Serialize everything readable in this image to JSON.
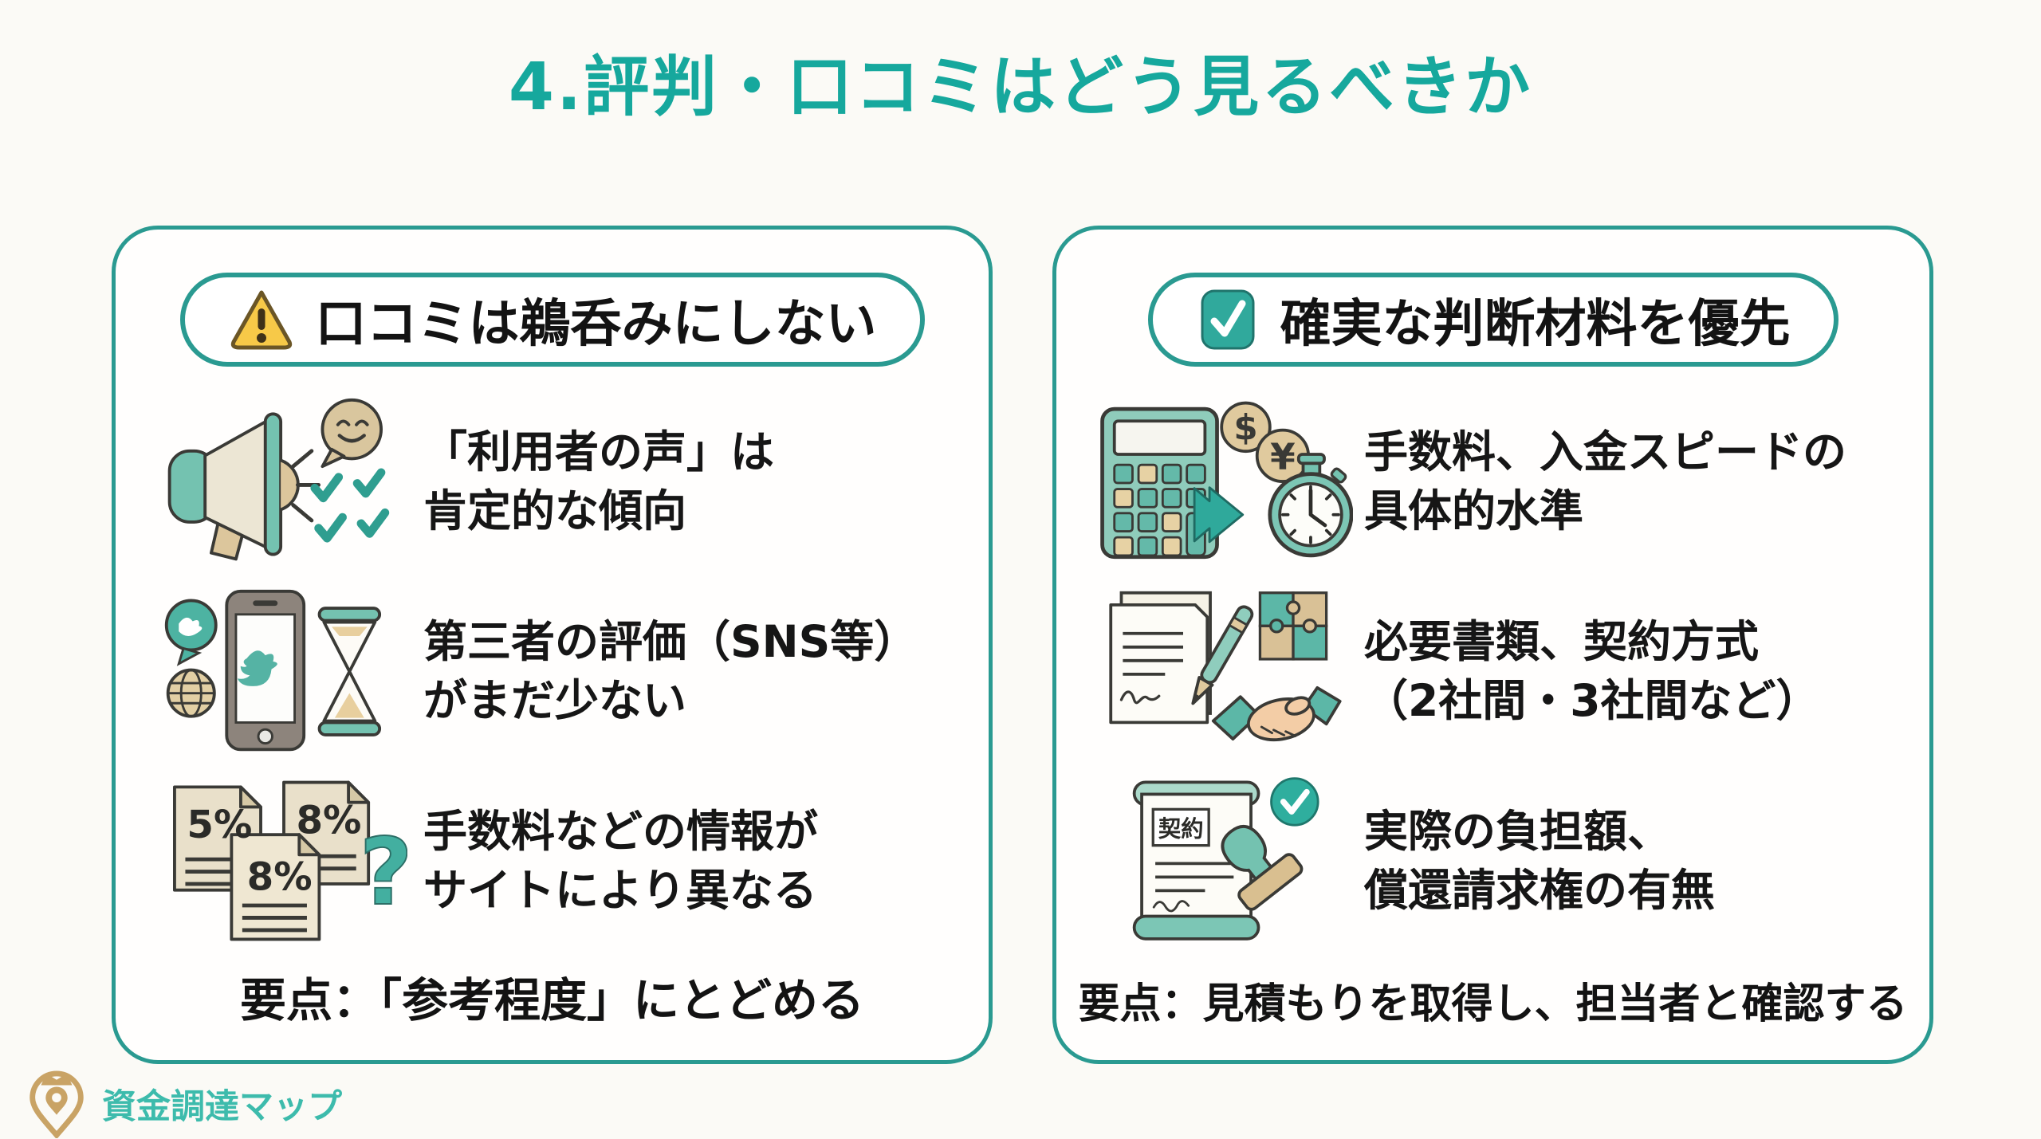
{
  "title": "4.評判・口コミはどう見るべきか",
  "colors": {
    "accent_border": "#2a9a91",
    "title_teal": "#16a89d",
    "text_black": "#161616",
    "warning_yellow": "#f7c948",
    "icon_teal": "#5fb8a8",
    "icon_tan": "#ddc69c",
    "background": "#fbfaf6"
  },
  "left_panel": {
    "header_icon": "warning-icon",
    "header": "口コミは鵜呑みにしない",
    "items": [
      {
        "icon": "megaphone-reviews-icon",
        "line1": "「利用者の声」は",
        "line2": "肯定的な傾向"
      },
      {
        "icon": "sns-phone-hourglass-icon",
        "line1": "第三者の評価（SNS等）",
        "line2": "がまだ少ない"
      },
      {
        "icon": "fee-documents-icon",
        "line1": "手数料などの情報が",
        "line2": "サイトにより異なる"
      }
    ],
    "doc_labels": [
      "5%",
      "8%",
      "8%"
    ],
    "question_mark": "?",
    "footer": "要点：「参考程度」にとどめる"
  },
  "right_panel": {
    "header_icon": "checkbox-icon",
    "header": "確実な判断材料を優先",
    "items": [
      {
        "icon": "calculator-stopwatch-icon",
        "line1": "手数料、入金スピードの",
        "line2": "具体的水準"
      },
      {
        "icon": "contract-handshake-icon",
        "line1": "必要書類、契約方式",
        "line2": "（2社間・3社間など）"
      },
      {
        "icon": "contract-stamp-icon",
        "line1": "実際の負担額、",
        "line2": "償還請求権の有無"
      }
    ],
    "coin_symbols": {
      "dollar": "$",
      "yen": "¥"
    },
    "contract_label": "契約",
    "footer": "要点：見積もりを取得し、担当者と確認する"
  },
  "logo": {
    "text": "資金調達マップ"
  }
}
